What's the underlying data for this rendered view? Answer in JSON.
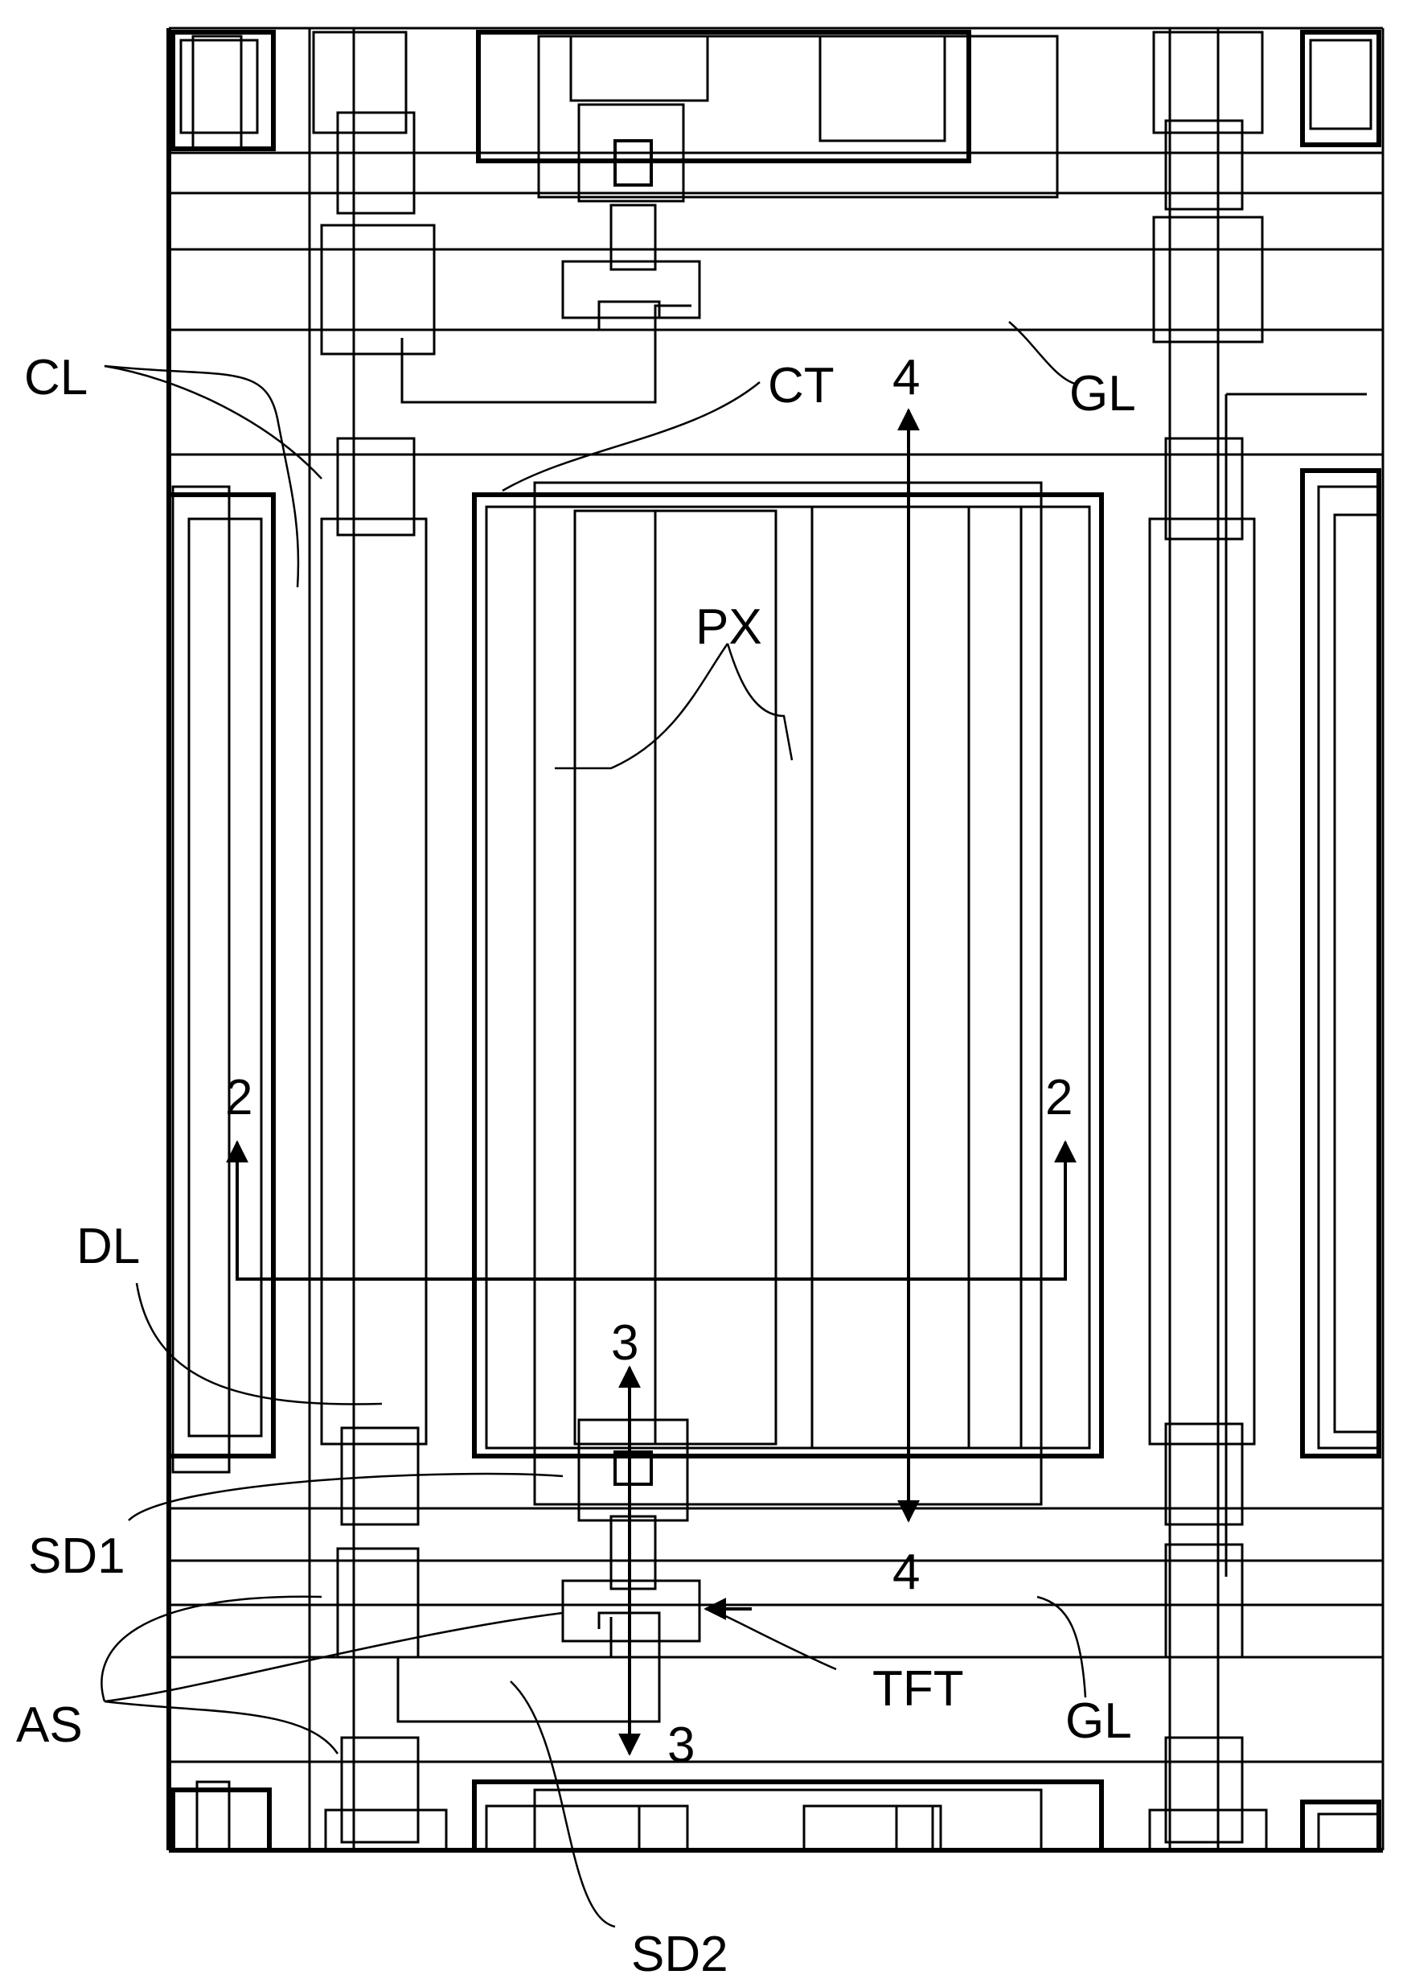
{
  "figure": {
    "background": "#ffffff",
    "line_color": "#000000"
  },
  "labels": {
    "CL": "CL",
    "CT": "CT",
    "GL_top": "GL",
    "PX": "PX",
    "DL": "DL",
    "SD1": "SD1",
    "AS": "AS",
    "TFT": "TFT",
    "GL_bottom": "GL",
    "SD2": "SD2",
    "sec2_left": "2",
    "sec2_right": "2",
    "sec3_top": "3",
    "sec3_bottom": "3",
    "sec4_top": "4",
    "sec4_bottom": "4"
  }
}
